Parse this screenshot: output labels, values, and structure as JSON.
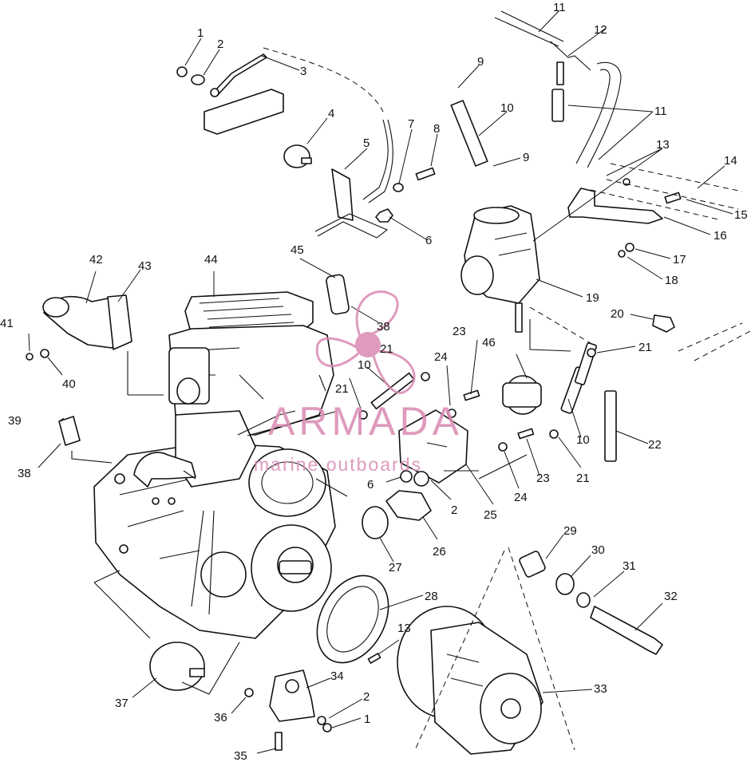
{
  "watermark": {
    "brand": "ARMADA",
    "tagline": "marine outboards",
    "color": "#d98ab2"
  },
  "callouts": [
    {
      "id": "c1a",
      "text": "1"
    },
    {
      "id": "c2a",
      "text": "2"
    },
    {
      "id": "c3",
      "text": "3"
    },
    {
      "id": "c4",
      "text": "4"
    },
    {
      "id": "c5",
      "text": "5"
    },
    {
      "id": "c6a",
      "text": "6"
    },
    {
      "id": "c7",
      "text": "7"
    },
    {
      "id": "c8",
      "text": "8"
    },
    {
      "id": "c9a",
      "text": "9"
    },
    {
      "id": "c9b",
      "text": "9"
    },
    {
      "id": "c10a",
      "text": "10"
    },
    {
      "id": "c11a",
      "text": "11"
    },
    {
      "id": "c11b",
      "text": "11"
    },
    {
      "id": "c12",
      "text": "12"
    },
    {
      "id": "c13a",
      "text": "13"
    },
    {
      "id": "c14",
      "text": "14"
    },
    {
      "id": "c15",
      "text": "15"
    },
    {
      "id": "c16",
      "text": "16"
    },
    {
      "id": "c17",
      "text": "17"
    },
    {
      "id": "c18",
      "text": "18"
    },
    {
      "id": "c19",
      "text": "19"
    },
    {
      "id": "c20",
      "text": "20"
    },
    {
      "id": "c21a",
      "text": "21"
    },
    {
      "id": "c21b",
      "text": "21"
    },
    {
      "id": "c21c",
      "text": "21"
    },
    {
      "id": "c21d",
      "text": "21"
    },
    {
      "id": "c22",
      "text": "22"
    },
    {
      "id": "c23a",
      "text": "23"
    },
    {
      "id": "c23b",
      "text": "23"
    },
    {
      "id": "c24a",
      "text": "24"
    },
    {
      "id": "c24b",
      "text": "24"
    },
    {
      "id": "c25",
      "text": "25"
    },
    {
      "id": "c10b",
      "text": "10"
    },
    {
      "id": "c10c",
      "text": "10"
    },
    {
      "id": "c26",
      "text": "26"
    },
    {
      "id": "c27",
      "text": "27"
    },
    {
      "id": "c28",
      "text": "28"
    },
    {
      "id": "c29",
      "text": "29"
    },
    {
      "id": "c30",
      "text": "30"
    },
    {
      "id": "c31",
      "text": "31"
    },
    {
      "id": "c32",
      "text": "32"
    },
    {
      "id": "c33",
      "text": "33"
    },
    {
      "id": "c34",
      "text": "34"
    },
    {
      "id": "c35",
      "text": "35"
    },
    {
      "id": "c36",
      "text": "36"
    },
    {
      "id": "c37",
      "text": "37"
    },
    {
      "id": "c38a",
      "text": "38"
    },
    {
      "id": "c38b",
      "text": "38"
    },
    {
      "id": "c39",
      "text": "39"
    },
    {
      "id": "c40",
      "text": "40"
    },
    {
      "id": "c41",
      "text": "41"
    },
    {
      "id": "c42",
      "text": "42"
    },
    {
      "id": "c43",
      "text": "43"
    },
    {
      "id": "c44",
      "text": "44"
    },
    {
      "id": "c45",
      "text": "45"
    },
    {
      "id": "c46",
      "text": "46"
    },
    {
      "id": "c6b",
      "text": "6"
    },
    {
      "id": "c2b",
      "text": "2"
    },
    {
      "id": "c13b",
      "text": "13"
    },
    {
      "id": "c2c",
      "text": "2"
    },
    {
      "id": "c1b",
      "text": "1"
    }
  ]
}
